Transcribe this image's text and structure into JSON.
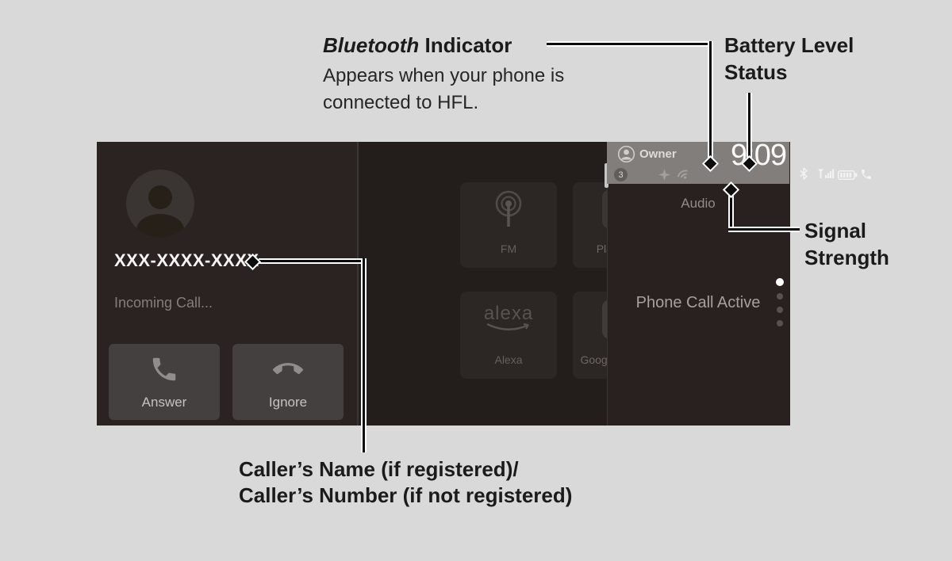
{
  "annotations": {
    "bluetooth": {
      "title_em": "Bluetooth",
      "title_rest": " Indicator",
      "desc_line1": "Appears when your phone is",
      "desc_line2": "connected to HFL."
    },
    "battery": {
      "line1": "Battery Level",
      "line2": "Status"
    },
    "signal": {
      "line1": "Signal",
      "line2": "Strength"
    },
    "caller": {
      "line1": "Caller’s Name (if registered)/",
      "line2": "Caller’s Number (if not registered)"
    }
  },
  "screen": {
    "status_bar": {
      "owner_label": "Owner",
      "time": "9:09",
      "notification_badge": "3"
    },
    "call_panel": {
      "caller_number": "XXX-XXXX-XXXX",
      "call_status": "Incoming Call...",
      "answer_label": "Answer",
      "ignore_label": "Ignore"
    },
    "app_grid": {
      "alexa_logo": "alexa",
      "apps": [
        {
          "label": "FM"
        },
        {
          "label": "Play Store"
        },
        {
          "label": "Alexa"
        },
        {
          "label": "Google Assistant"
        }
      ]
    },
    "audio_panel": {
      "header": "Audio",
      "status": "Phone Call Active",
      "page_dots": 4,
      "active_dot": 1
    }
  },
  "colors": {
    "page_bg": "#d9d9d9",
    "screen_bg": "#262020",
    "status_bar_bg": "#827e7b",
    "callout_line": "#0d0d0d",
    "active_dot": "#ffffff"
  }
}
